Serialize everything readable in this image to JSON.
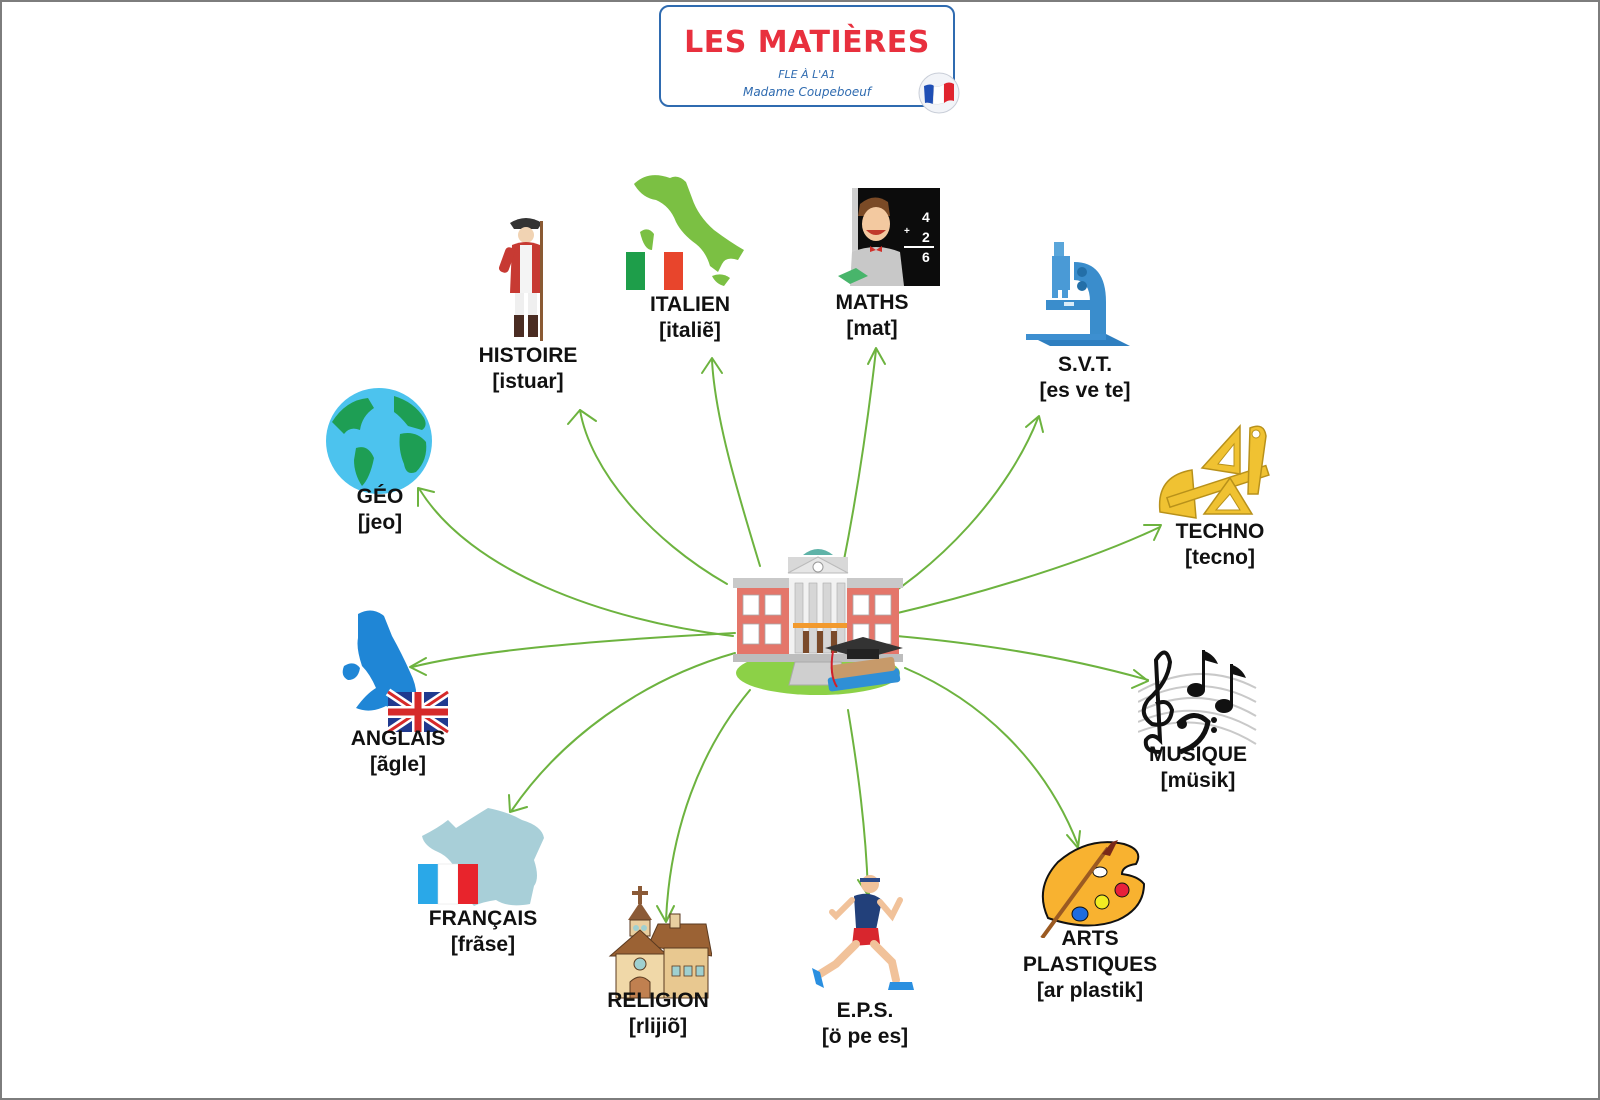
{
  "header": {
    "title": "LES MATIÈRES",
    "subtitle": "FLE À L'A1",
    "author": "Madame Coupeboeuf",
    "badge_icon": "french-flag-ball-icon"
  },
  "center": {
    "icon": "school-building-icon",
    "description": "School building with graduation cap and books"
  },
  "colors": {
    "title_red": "#e8303e",
    "title_blue": "#2f6bb0",
    "arrow_green": "#6db33f",
    "text": "#111111"
  },
  "subjects": [
    {
      "id": "histoire",
      "label": "HISTOIRE",
      "pron": "[istuar]",
      "icon": "soldier-icon"
    },
    {
      "id": "italien",
      "label": "ITALIEN",
      "pron": "[italiẽ]",
      "icon": "italy-map-flag-icon"
    },
    {
      "id": "maths",
      "label": "MATHS",
      "pron": "[mat]",
      "icon": "math-teacher-icon",
      "board": [
        "4",
        "+",
        "2",
        "6"
      ]
    },
    {
      "id": "svt",
      "label": "S.V.T.",
      "pron": "[es ve te]",
      "icon": "microscope-icon"
    },
    {
      "id": "geo",
      "label": "GÉO",
      "pron": "[jeo]",
      "icon": "globe-icon"
    },
    {
      "id": "techno",
      "label": "TECHNO",
      "pron": "[tecno]",
      "icon": "drawing-tools-icon"
    },
    {
      "id": "anglais",
      "label": "ANGLAIS",
      "pron": "[ãgle]",
      "icon": "uk-map-flag-icon"
    },
    {
      "id": "musique",
      "label": "MUSIQUE",
      "pron": "[müsik]",
      "icon": "music-notes-icon"
    },
    {
      "id": "francais",
      "label": "FRANÇAIS",
      "pron": "[frãse]",
      "icon": "france-map-flag-icon"
    },
    {
      "id": "religion",
      "label": "RELIGION",
      "pron": "[rlijiõ]",
      "icon": "church-icon"
    },
    {
      "id": "eps",
      "label": "E.P.S.",
      "pron": "[ö pe es]",
      "icon": "runner-icon"
    },
    {
      "id": "arts",
      "label": "ARTS",
      "label2": "PLASTIQUES",
      "pron": "[ar plastik]",
      "icon": "paint-palette-icon"
    }
  ]
}
